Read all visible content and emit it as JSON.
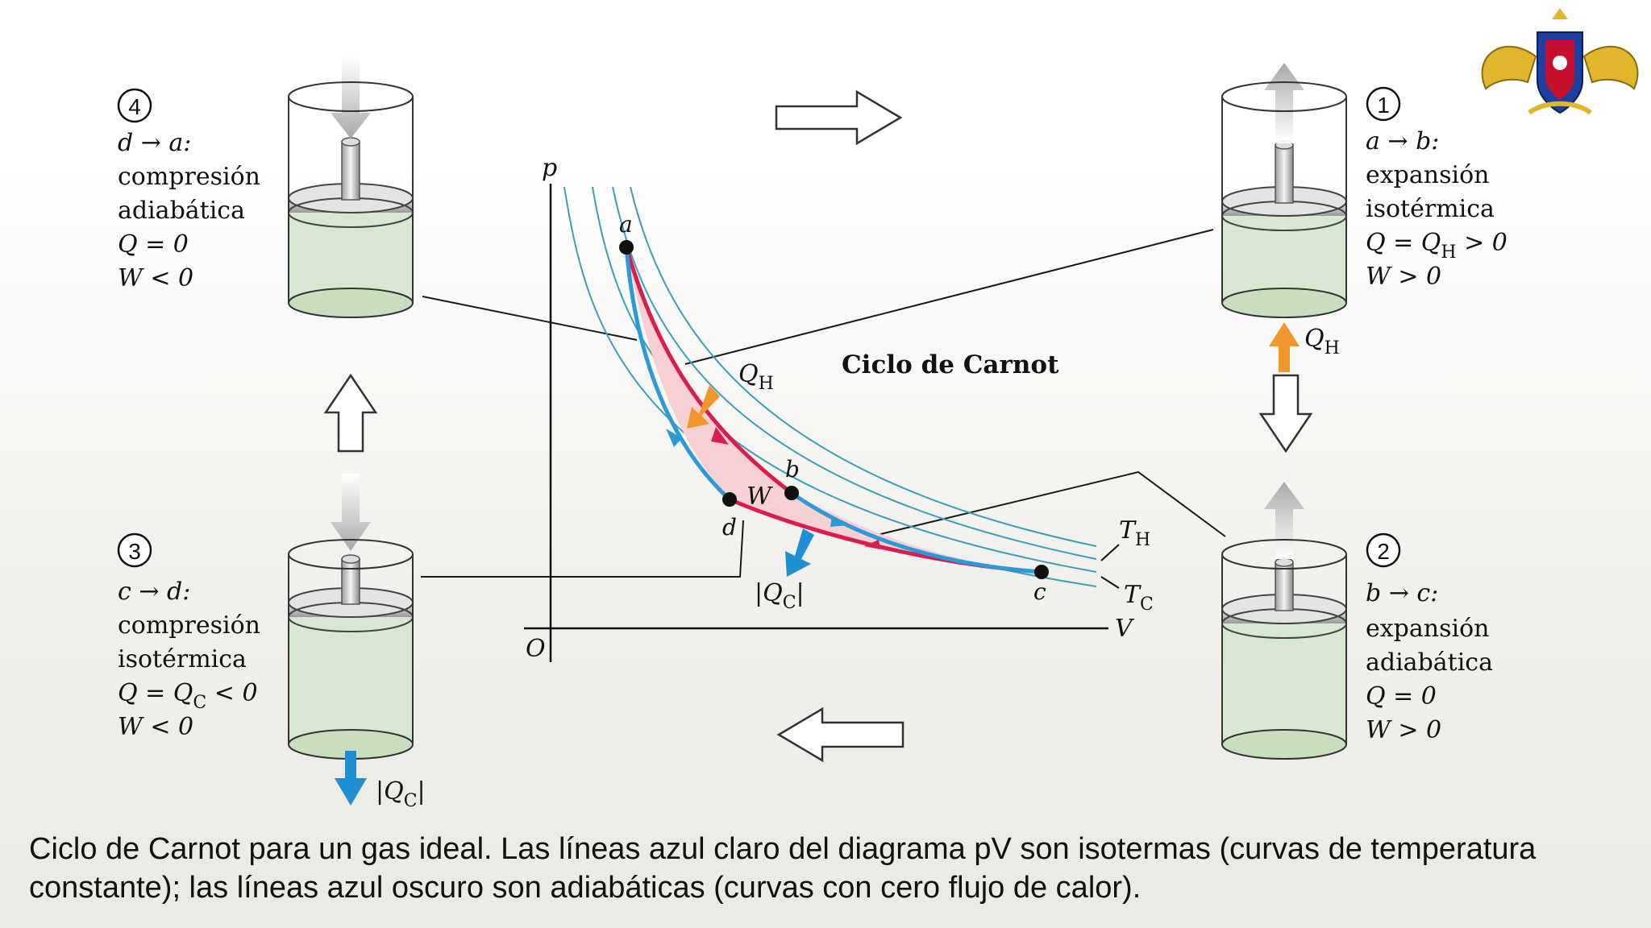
{
  "diagram": {
    "title": "Ciclo de Carnot",
    "axes": {
      "y_label": "p",
      "x_label": "V",
      "origin_label": "O"
    },
    "isotherm_labels": {
      "hot": "T",
      "hot_sub": "H",
      "cold": "T",
      "cold_sub": "C"
    },
    "points": [
      "a",
      "b",
      "c",
      "d"
    ],
    "work_label": "W",
    "heat_in_label": {
      "main": "Q",
      "sub": "H"
    },
    "heat_out_label": {
      "main": "|Q",
      "sub": "C",
      "end": "|"
    }
  },
  "stages": [
    {
      "num": "1",
      "process": "a → b:",
      "line1": "expansión",
      "line2": "isotérmica",
      "q": {
        "pre": "Q = Q",
        "sub": "H",
        "post": " > 0"
      },
      "w": "W > 0",
      "heat": {
        "main": "Q",
        "sub": "H",
        "end": ""
      }
    },
    {
      "num": "2",
      "process": "b → c:",
      "line1": "expansión",
      "line2": "adiabática",
      "q": {
        "pre": "Q = 0",
        "sub": "",
        "post": ""
      },
      "w": "W > 0"
    },
    {
      "num": "3",
      "process": "c → d:",
      "line1": "compresión",
      "line2": "isotérmica",
      "q": {
        "pre": "Q = Q",
        "sub": "C",
        "post": " < 0"
      },
      "w": "W < 0",
      "heat": {
        "main": "|Q",
        "sub": "C",
        "end": "|"
      }
    },
    {
      "num": "4",
      "process": "d → a:",
      "line1": "compresión",
      "line2": "adiabática",
      "q": {
        "pre": "Q = 0",
        "sub": "",
        "post": ""
      },
      "w": "W < 0"
    }
  ],
  "caption": {
    "line1": "Ciclo de Carnot para un gas ideal. Las líneas azul claro del diagrama pV son isotermas (curvas de temperatura",
    "line2": "constante); las líneas azul oscuro son adiabáticas (curvas con cero flujo de calor)."
  },
  "colors": {
    "isotherm_light": "#3aa0b8",
    "adiabat_dark": "#2a9ad8",
    "isotherm_hot": "#d81e4e",
    "heat_in": "#f0962a",
    "heat_out": "#1e8fd2",
    "gas": "#d6e8cf",
    "cycle_fill": "#f6d0d2"
  },
  "icons": [
    "university-crest-icon",
    "arrow-right-icon",
    "arrow-down-icon",
    "arrow-left-icon",
    "arrow-up-icon"
  ]
}
